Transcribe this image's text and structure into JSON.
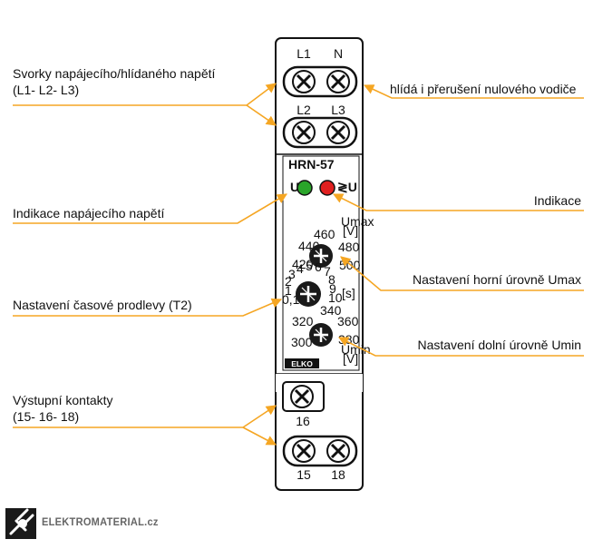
{
  "device": {
    "model": "HRN-57",
    "brand_logo": "ELKO",
    "terminals_top": {
      "left": "L1",
      "right": "N"
    },
    "terminals_mid": {
      "left": "L2",
      "right": "L3"
    },
    "terminal_bottom_single": "16",
    "terminals_bottom": {
      "left": "15",
      "right": "18"
    },
    "led_left_label": "Un",
    "led_right_label": "≷U",
    "led_left_color": "#2aa52a",
    "led_right_color": "#e02020",
    "umax": {
      "title": "Umax",
      "unit": "[V]",
      "ticks": [
        "440",
        "460",
        "480",
        "420",
        "500"
      ]
    },
    "time": {
      "unit": "[s]",
      "ticks": [
        "2",
        "3",
        "4",
        "5",
        "6",
        "7",
        "8",
        "9",
        "10",
        "1",
        "0,1"
      ]
    },
    "umin": {
      "title": "Umin",
      "unit": "[V]",
      "ticks": [
        "340",
        "320",
        "360",
        "300",
        "380"
      ]
    }
  },
  "callouts": {
    "supply_terminals_line1": "Svorky napájecího/hlídaného napětí",
    "supply_terminals_line2": "(L1- L2- L3)",
    "neutral_monitor": "hlídá i přerušení nulového vodiče",
    "supply_indication": "Indikace napájecího napětí",
    "indication": "Indikace",
    "umax_setting": "Nastavení horní úrovně Umax",
    "delay_setting": "Nastavení časové prodlevy (T2)",
    "umin_setting": "Nastavení dolní úrovně Umin",
    "outputs_line1": "Výstupní kontakty",
    "outputs_line2": "(15- 16- 18)"
  },
  "footer": {
    "brand": "ELEKTROMATERIAL.cz"
  },
  "colors": {
    "arrow": "#f5a623",
    "outline": "#111111"
  }
}
